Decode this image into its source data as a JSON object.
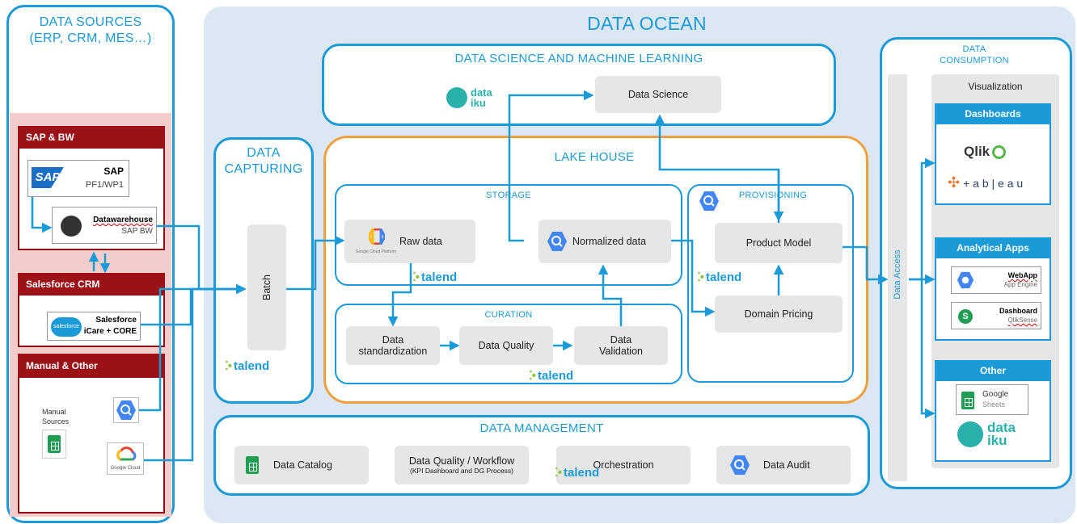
{
  "colors": {
    "accent": "#1a9ad6",
    "ocean": "#dbe8f3",
    "sap_red": "#9b1115",
    "talend_green": "#8cc63f"
  },
  "sources": {
    "title_line1": "DATA SOURCES",
    "title_line2": "(ERP, CRM, MES…)",
    "sap_bw": {
      "header": "SAP & BW",
      "sap_logo": "SAP",
      "sap_title": "SAP",
      "sap_sub": "PF1/WP1",
      "dw_title": "Datawarehouse",
      "dw_sub": "SAP BW"
    },
    "salesforce": {
      "header": "Salesforce CRM",
      "logo": "salesforce",
      "title": "Salesforce",
      "sub": "iCare + CORE"
    },
    "manual": {
      "header": "Manual & Other",
      "manual_l1": "Manual",
      "manual_l2": "Sources",
      "gcloud": "Google Cloud"
    }
  },
  "ocean": {
    "title": "DATA OCEAN"
  },
  "dsml": {
    "title": "DATA SCIENCE AND MACHINE LEARNING",
    "dataiku_l1": "data",
    "dataiku_l2": "iku",
    "box": "Data Science"
  },
  "capturing": {
    "title_l1": "DATA",
    "title_l2": "CAPTURING",
    "batch": "Batch",
    "talend": "talend"
  },
  "lakehouse": {
    "title": "LAKE HOUSE",
    "storage": {
      "title": "STORAGE",
      "raw": "Raw data",
      "gcp": "Google Cloud Platform",
      "normalized": "Normalized data",
      "talend": "talend"
    },
    "curation": {
      "title": "CURATION",
      "std_l1": "Data",
      "std_l2": "standardization",
      "quality": "Data Quality",
      "val_l1": "Data",
      "val_l2": "Validation",
      "talend": "talend"
    },
    "provisioning": {
      "title": "PROVISIONING",
      "product": "Product Model",
      "pricing": "Domain Pricing",
      "talend": "talend"
    }
  },
  "management": {
    "title": "DATA MANAGEMENT",
    "catalog": "Data Catalog",
    "dq_l1": "Data Quality / Workflow",
    "dq_l2": "(KPI Dashboard and DG Process)",
    "orchestration": "Orchestration",
    "talend": "talend",
    "audit": "Data Audit"
  },
  "consumption": {
    "title_l1": "DATA",
    "title_l2": "CONSUMPTION",
    "access": "Data Access",
    "visualization": "Visualization",
    "dashboards": {
      "header": "Dashboards",
      "qlik": "Qlik",
      "tableau": "+ a b | e a u"
    },
    "apps": {
      "header": "Analytical Apps",
      "webapp": "WebApp",
      "webapp_sub": "App Engine",
      "dash": "Dashboard",
      "dash_sub": "QlikSense"
    },
    "other": {
      "header": "Other",
      "sheets": "Google",
      "sheets_sub": "Sheets",
      "dataiku_l1": "data",
      "dataiku_l2": "iku"
    }
  }
}
